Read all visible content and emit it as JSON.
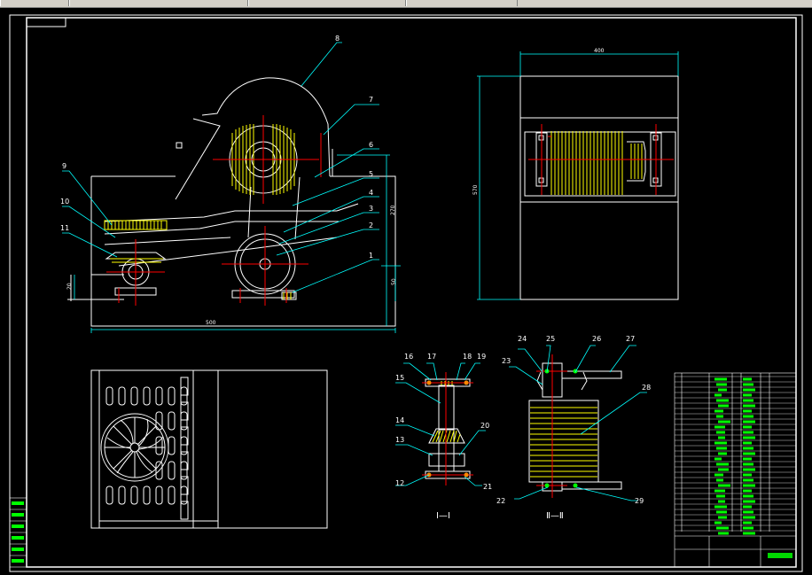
{
  "drawing": {
    "part_numbers": [
      "1",
      "2",
      "3",
      "4",
      "5",
      "6",
      "7",
      "8",
      "9",
      "10",
      "11",
      "12",
      "13",
      "14",
      "15",
      "16",
      "17",
      "18",
      "19",
      "20",
      "21",
      "22",
      "23",
      "24",
      "25",
      "26",
      "27",
      "28",
      "29"
    ],
    "dimensions": {
      "main_width": "500",
      "main_height": "270",
      "height_50": "50",
      "height_20": "20",
      "side_width": "400",
      "side_height": "570"
    },
    "section_labels": {
      "section_1": "Ⅰ—Ⅰ",
      "section_2": "Ⅱ—Ⅱ"
    },
    "colors": {
      "background": "#000000",
      "outline": "#ffffff",
      "leader": "#00ffff",
      "centerline": "#ff0000",
      "hatch": "#ffff00",
      "table_text": "#00ff00"
    }
  }
}
